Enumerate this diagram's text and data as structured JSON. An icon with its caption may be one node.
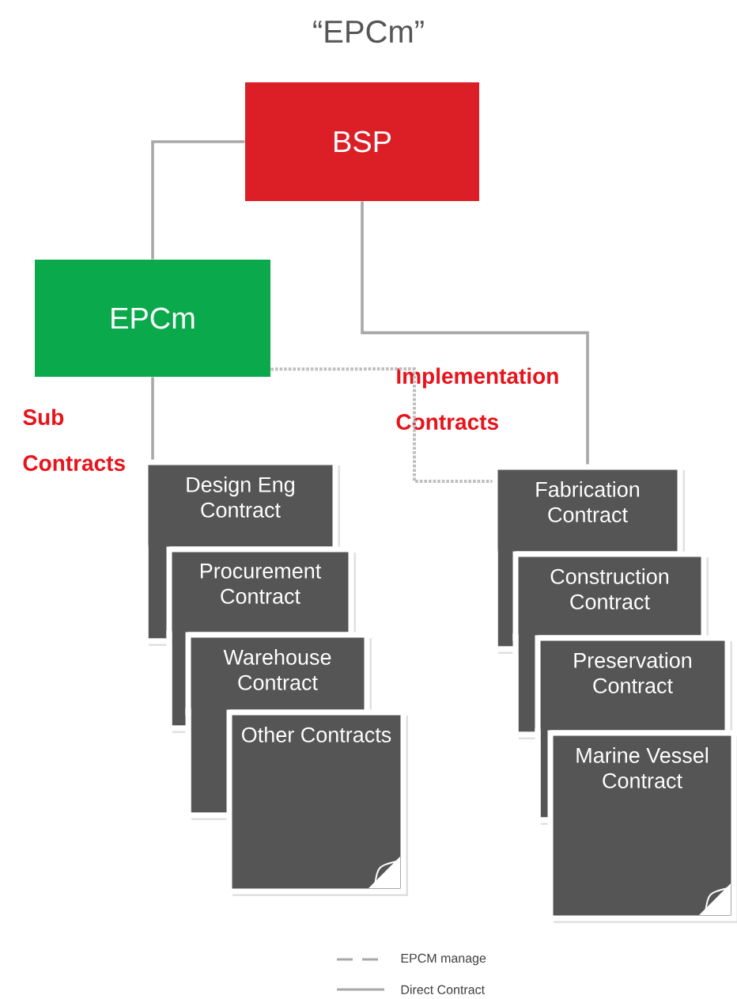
{
  "diagram": {
    "title": "“EPCm”",
    "nodes": [
      {
        "text": [
          "BSP"
        ]
      },
      {
        "text": [
          "EPCm"
        ]
      },
      {
        "text": [
          "Design Eng Contract"
        ]
      },
      {
        "text": [
          "Procurement Contract"
        ]
      },
      {
        "text": [
          "Warehouse Contract"
        ]
      },
      {
        "text": [
          "Other Contracts"
        ]
      },
      {
        "text": [
          "Fabrication Contract"
        ]
      },
      {
        "text": [
          "Construction Contract"
        ]
      },
      {
        "text": [
          "Preservation Contract"
        ]
      },
      {
        "text": [
          "Marine Vessel Contract"
        ]
      }
    ],
    "edges": [
      {
        "from": 0,
        "to": 1,
        "arrow": "none"
      },
      {
        "from": 1,
        "to": 2,
        "arrow": "none"
      },
      {
        "from": 0,
        "to": 6,
        "arrow": "none"
      },
      {
        "from": 1,
        "to": 6,
        "arrow": "none",
        "style": "dashed"
      }
    ],
    "labels": [
      "Sub Contracts",
      "Implementation Contracts"
    ],
    "legend": [
      {
        "text": "EPCM manage"
      },
      {
        "text": "Direct Contract"
      }
    ]
  }
}
